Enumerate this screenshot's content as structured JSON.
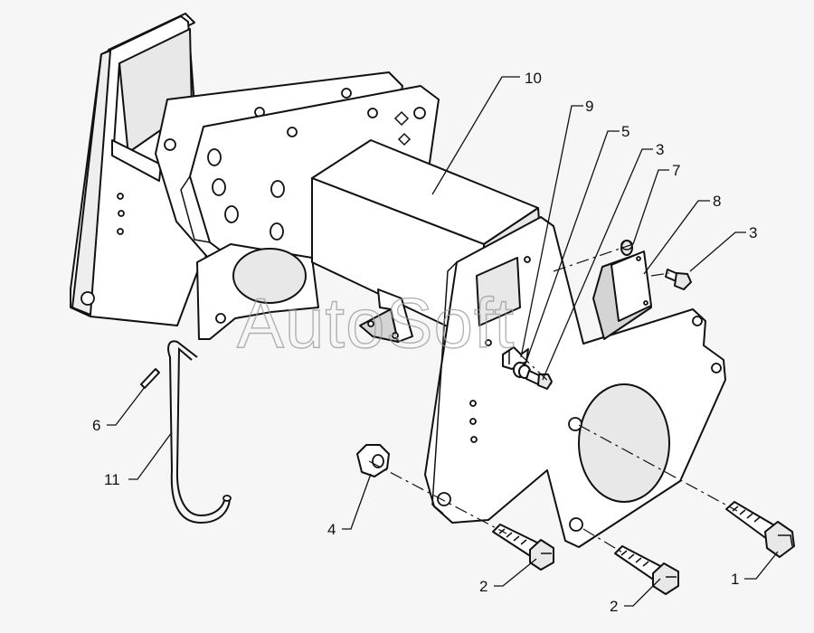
{
  "watermark": "AutoSoft",
  "callouts": {
    "c1": "1",
    "c2a": "2",
    "c2b": "2",
    "c3a": "3",
    "c3b": "3",
    "c4": "4",
    "c5": "5",
    "c6": "6",
    "c7": "7",
    "c8": "8",
    "c9": "9",
    "c10": "10",
    "c11": "11"
  },
  "colors": {
    "line": "#111111",
    "background": "#f6f6f6",
    "watermark": "#9a9a9a"
  }
}
